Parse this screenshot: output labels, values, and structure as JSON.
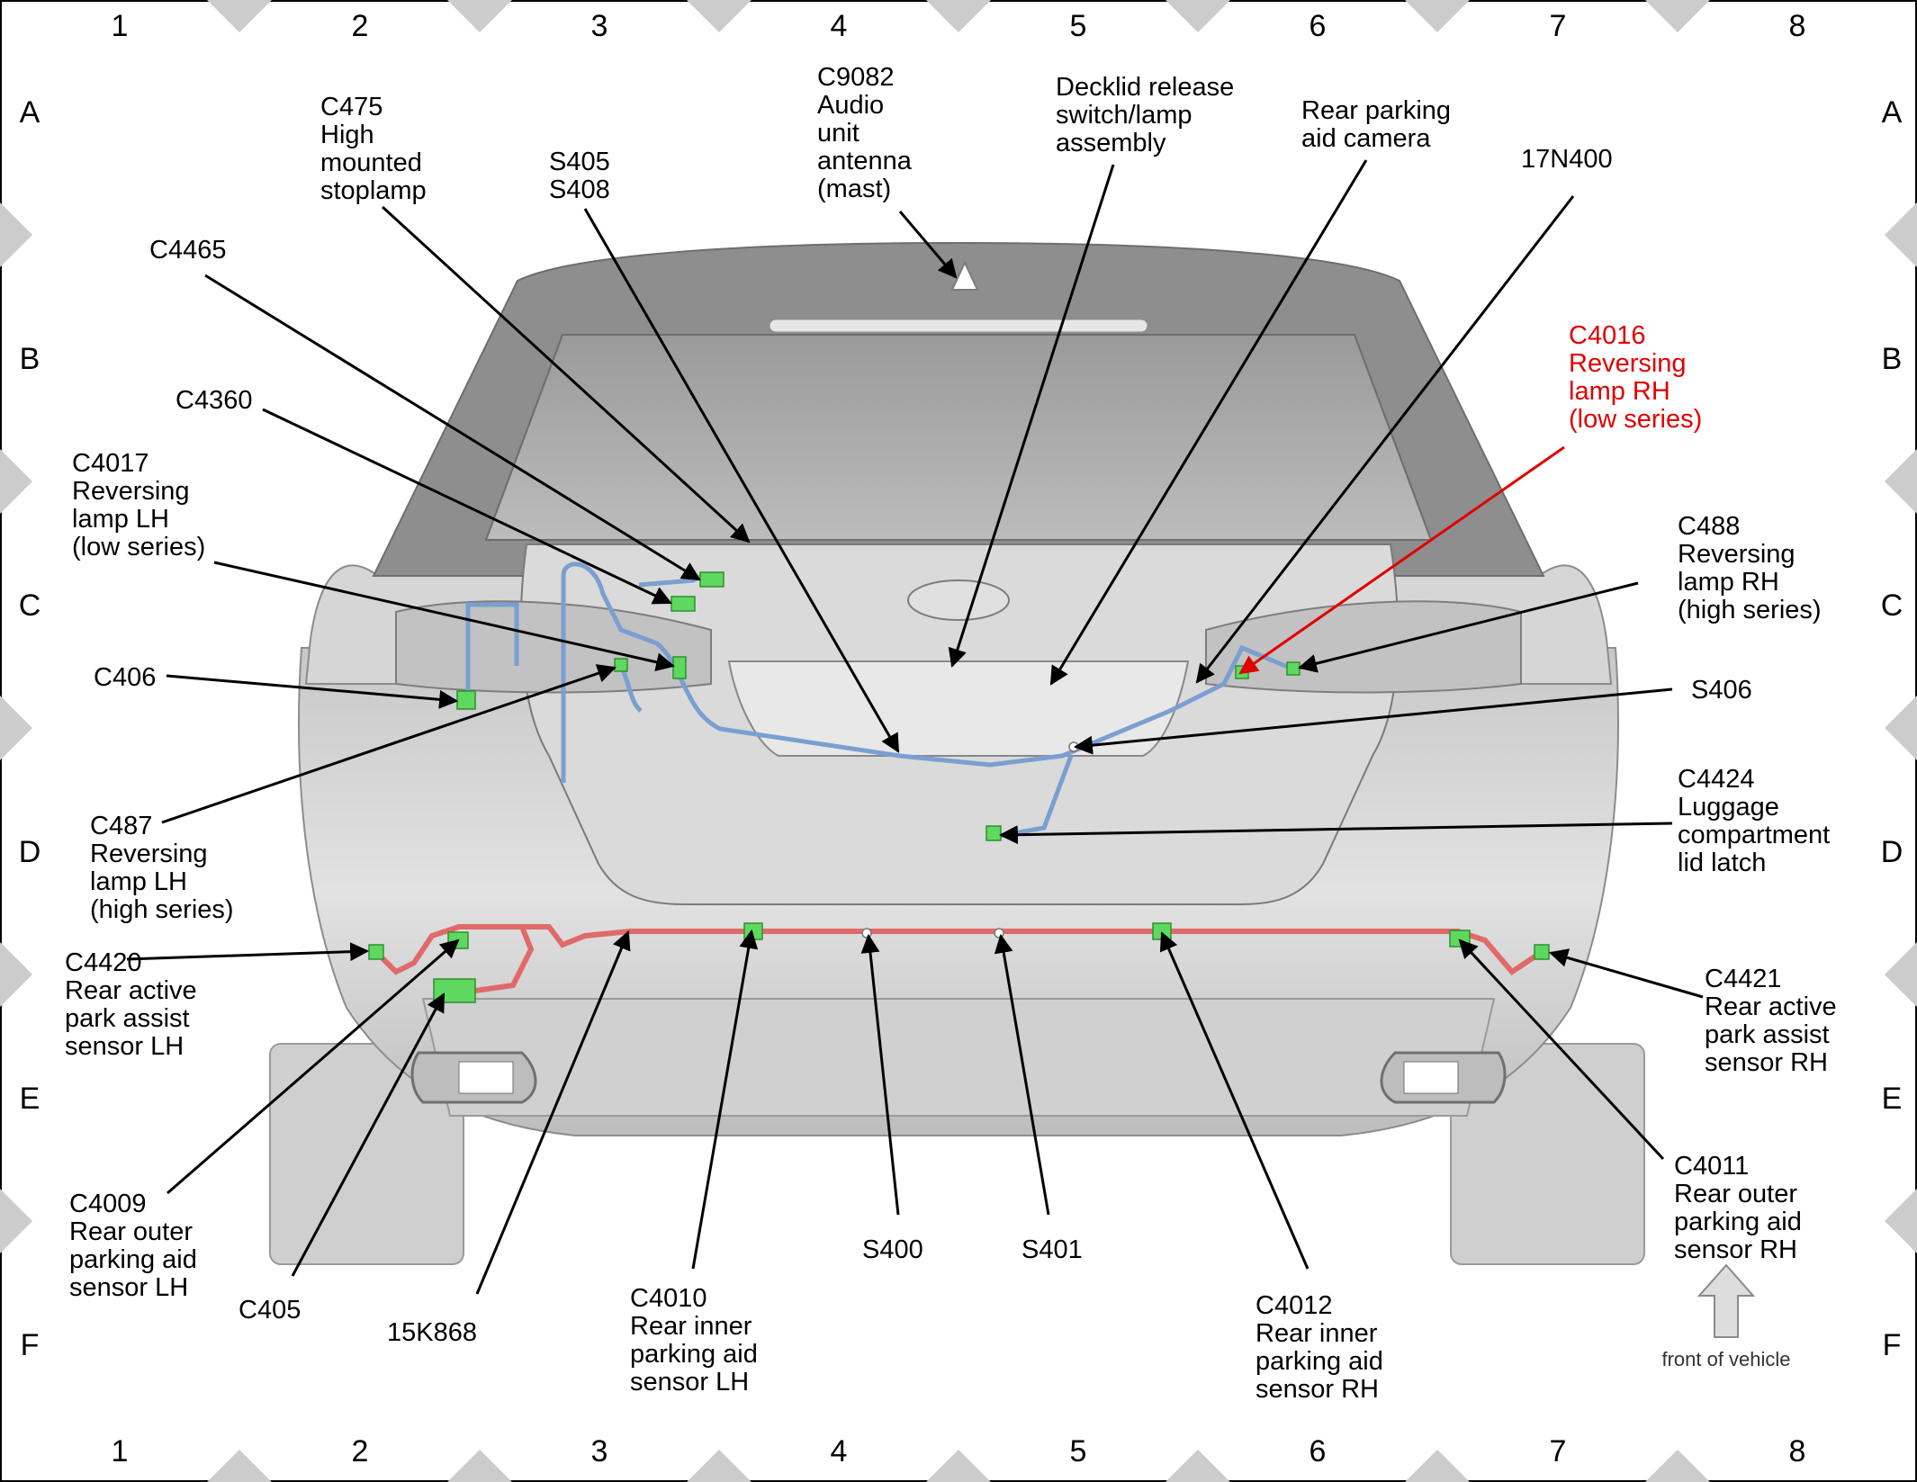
{
  "grid": {
    "columns": [
      "1",
      "2",
      "3",
      "4",
      "5",
      "6",
      "7",
      "8"
    ],
    "rows": [
      "A",
      "B",
      "C",
      "D",
      "E",
      "F"
    ]
  },
  "callouts": [
    {
      "id": "c475",
      "lines": [
        "C475",
        "High",
        "mounted",
        "stoplamp"
      ]
    },
    {
      "id": "s405",
      "lines": [
        "S405",
        "S408"
      ]
    },
    {
      "id": "c9082",
      "lines": [
        "C9082",
        "Audio",
        "unit",
        "antenna",
        "(mast)"
      ]
    },
    {
      "id": "decklid",
      "lines": [
        "Decklid release",
        "switch/lamp",
        "assembly"
      ]
    },
    {
      "id": "camera",
      "lines": [
        "Rear parking",
        "aid camera"
      ]
    },
    {
      "id": "n17n400",
      "lines": [
        "17N400"
      ]
    },
    {
      "id": "c4465",
      "lines": [
        "C4465"
      ]
    },
    {
      "id": "c4016",
      "lines": [
        "C4016",
        "Reversing",
        "lamp RH",
        "(low series)"
      ],
      "highlight": true
    },
    {
      "id": "c4360",
      "lines": [
        "C4360"
      ]
    },
    {
      "id": "c4017",
      "lines": [
        "C4017",
        "Reversing",
        "lamp LH",
        "(low series)"
      ]
    },
    {
      "id": "c488",
      "lines": [
        "C488",
        "Reversing",
        "lamp RH",
        "(high series)"
      ]
    },
    {
      "id": "c406",
      "lines": [
        "C406"
      ]
    },
    {
      "id": "s406",
      "lines": [
        "S406"
      ]
    },
    {
      "id": "c4424",
      "lines": [
        "C4424",
        "Luggage",
        "compartment",
        "lid latch"
      ]
    },
    {
      "id": "c487",
      "lines": [
        "C487",
        "Reversing",
        "lamp LH",
        "(high series)"
      ]
    },
    {
      "id": "c4420",
      "lines": [
        "C4420",
        "Rear active",
        "park assist",
        "sensor LH"
      ]
    },
    {
      "id": "c4421",
      "lines": [
        "C4421",
        "Rear active",
        "park assist",
        "sensor RH"
      ]
    },
    {
      "id": "c4009",
      "lines": [
        "C4009",
        "Rear outer",
        "parking aid",
        "sensor LH"
      ]
    },
    {
      "id": "c405",
      "lines": [
        "C405"
      ]
    },
    {
      "id": "n15k868",
      "lines": [
        "15K868"
      ]
    },
    {
      "id": "c4010",
      "lines": [
        "C4010",
        "Rear inner",
        "parking aid",
        "sensor LH"
      ]
    },
    {
      "id": "s400",
      "lines": [
        "S400"
      ]
    },
    {
      "id": "s401",
      "lines": [
        "S401"
      ]
    },
    {
      "id": "c4012",
      "lines": [
        "C4012",
        "Rear inner",
        "parking aid",
        "sensor RH"
      ]
    },
    {
      "id": "c4011",
      "lines": [
        "C4011",
        "Rear outer",
        "parking aid",
        "sensor RH"
      ]
    }
  ],
  "front_indicator": {
    "label": "front of vehicle"
  },
  "colors": {
    "body_harness": "#7a9fd0",
    "bumper_harness": "#e06a6a",
    "connector": "#5fd85f",
    "highlight": "#e00000",
    "border_diamond": "#cccccc"
  }
}
